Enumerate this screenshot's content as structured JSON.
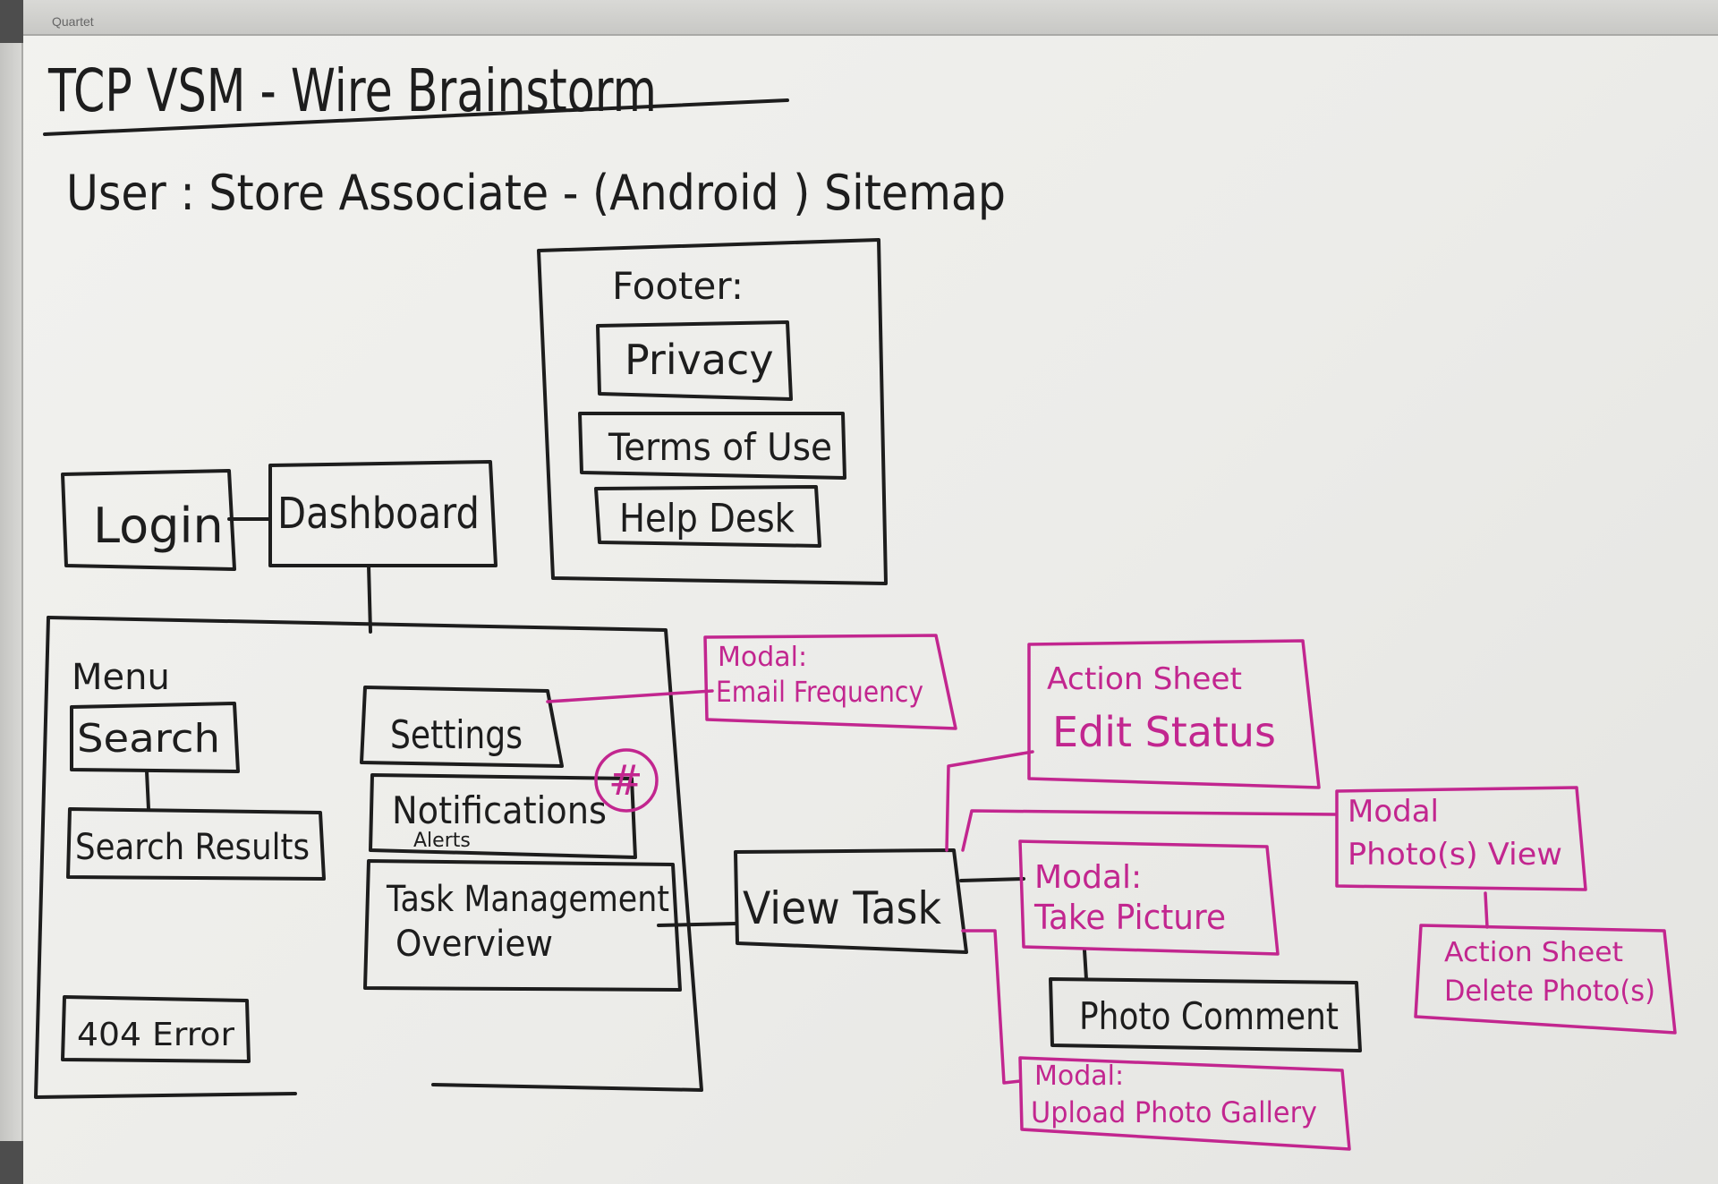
{
  "brand": "Quartet",
  "title": "TCP VSM - Wire Brainstorm",
  "subtitle": "User : Store Associate - (Android ) Sitemap",
  "footer": {
    "label": "Footer:",
    "items": [
      "Privacy",
      "Terms of Use",
      "Help Desk"
    ]
  },
  "nodes": {
    "login": "Login",
    "dashboard": "Dashboard",
    "menu": "Menu",
    "search": "Search",
    "search_results": "Search Results",
    "settings": "Settings",
    "notifications": "Notifications",
    "alerts": "Alerts",
    "notifications_badge": "#",
    "task_management_line1": "Task Management",
    "task_management_line2": "Overview",
    "error404": "404 Error",
    "view_task": "View Task",
    "photo_comment": "Photo Comment"
  },
  "pink_nodes": {
    "email_frequency_line1": "Modal:",
    "email_frequency_line2": "Email Frequency",
    "edit_status_line1": "Action Sheet",
    "edit_status_line2": "Edit Status",
    "photos_view_line1": "Modal",
    "photos_view_line2": "Photo(s) View",
    "take_picture_line1": "Modal:",
    "take_picture_line2": "Take Picture",
    "delete_photos_line1": "Action Sheet",
    "delete_photos_line2": "Delete Photo(s)",
    "upload_gallery_line1": "Modal:",
    "upload_gallery_line2": "Upload Photo Gallery"
  },
  "colors": {
    "marker_black": "#1d1d1d",
    "marker_pink": "#c2268f",
    "board": "#efefec"
  }
}
